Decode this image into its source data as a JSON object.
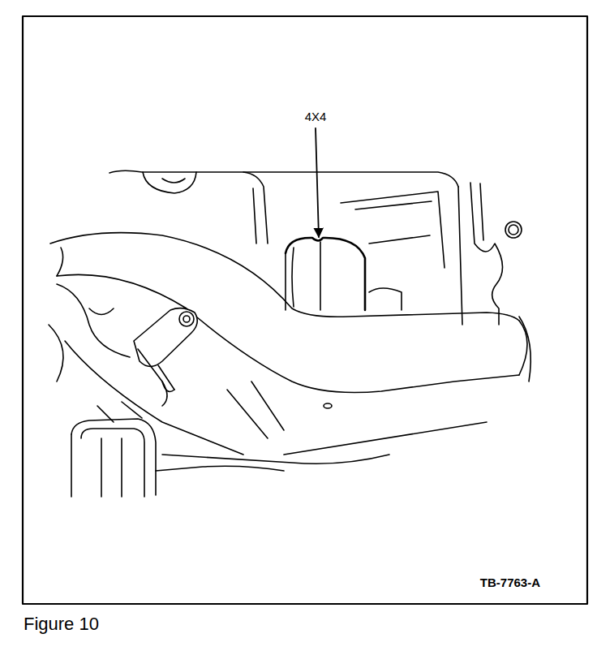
{
  "diagram": {
    "caption": "Figure 10",
    "labels": [
      "4X4",
      "TB-7763-A"
    ]
  }
}
